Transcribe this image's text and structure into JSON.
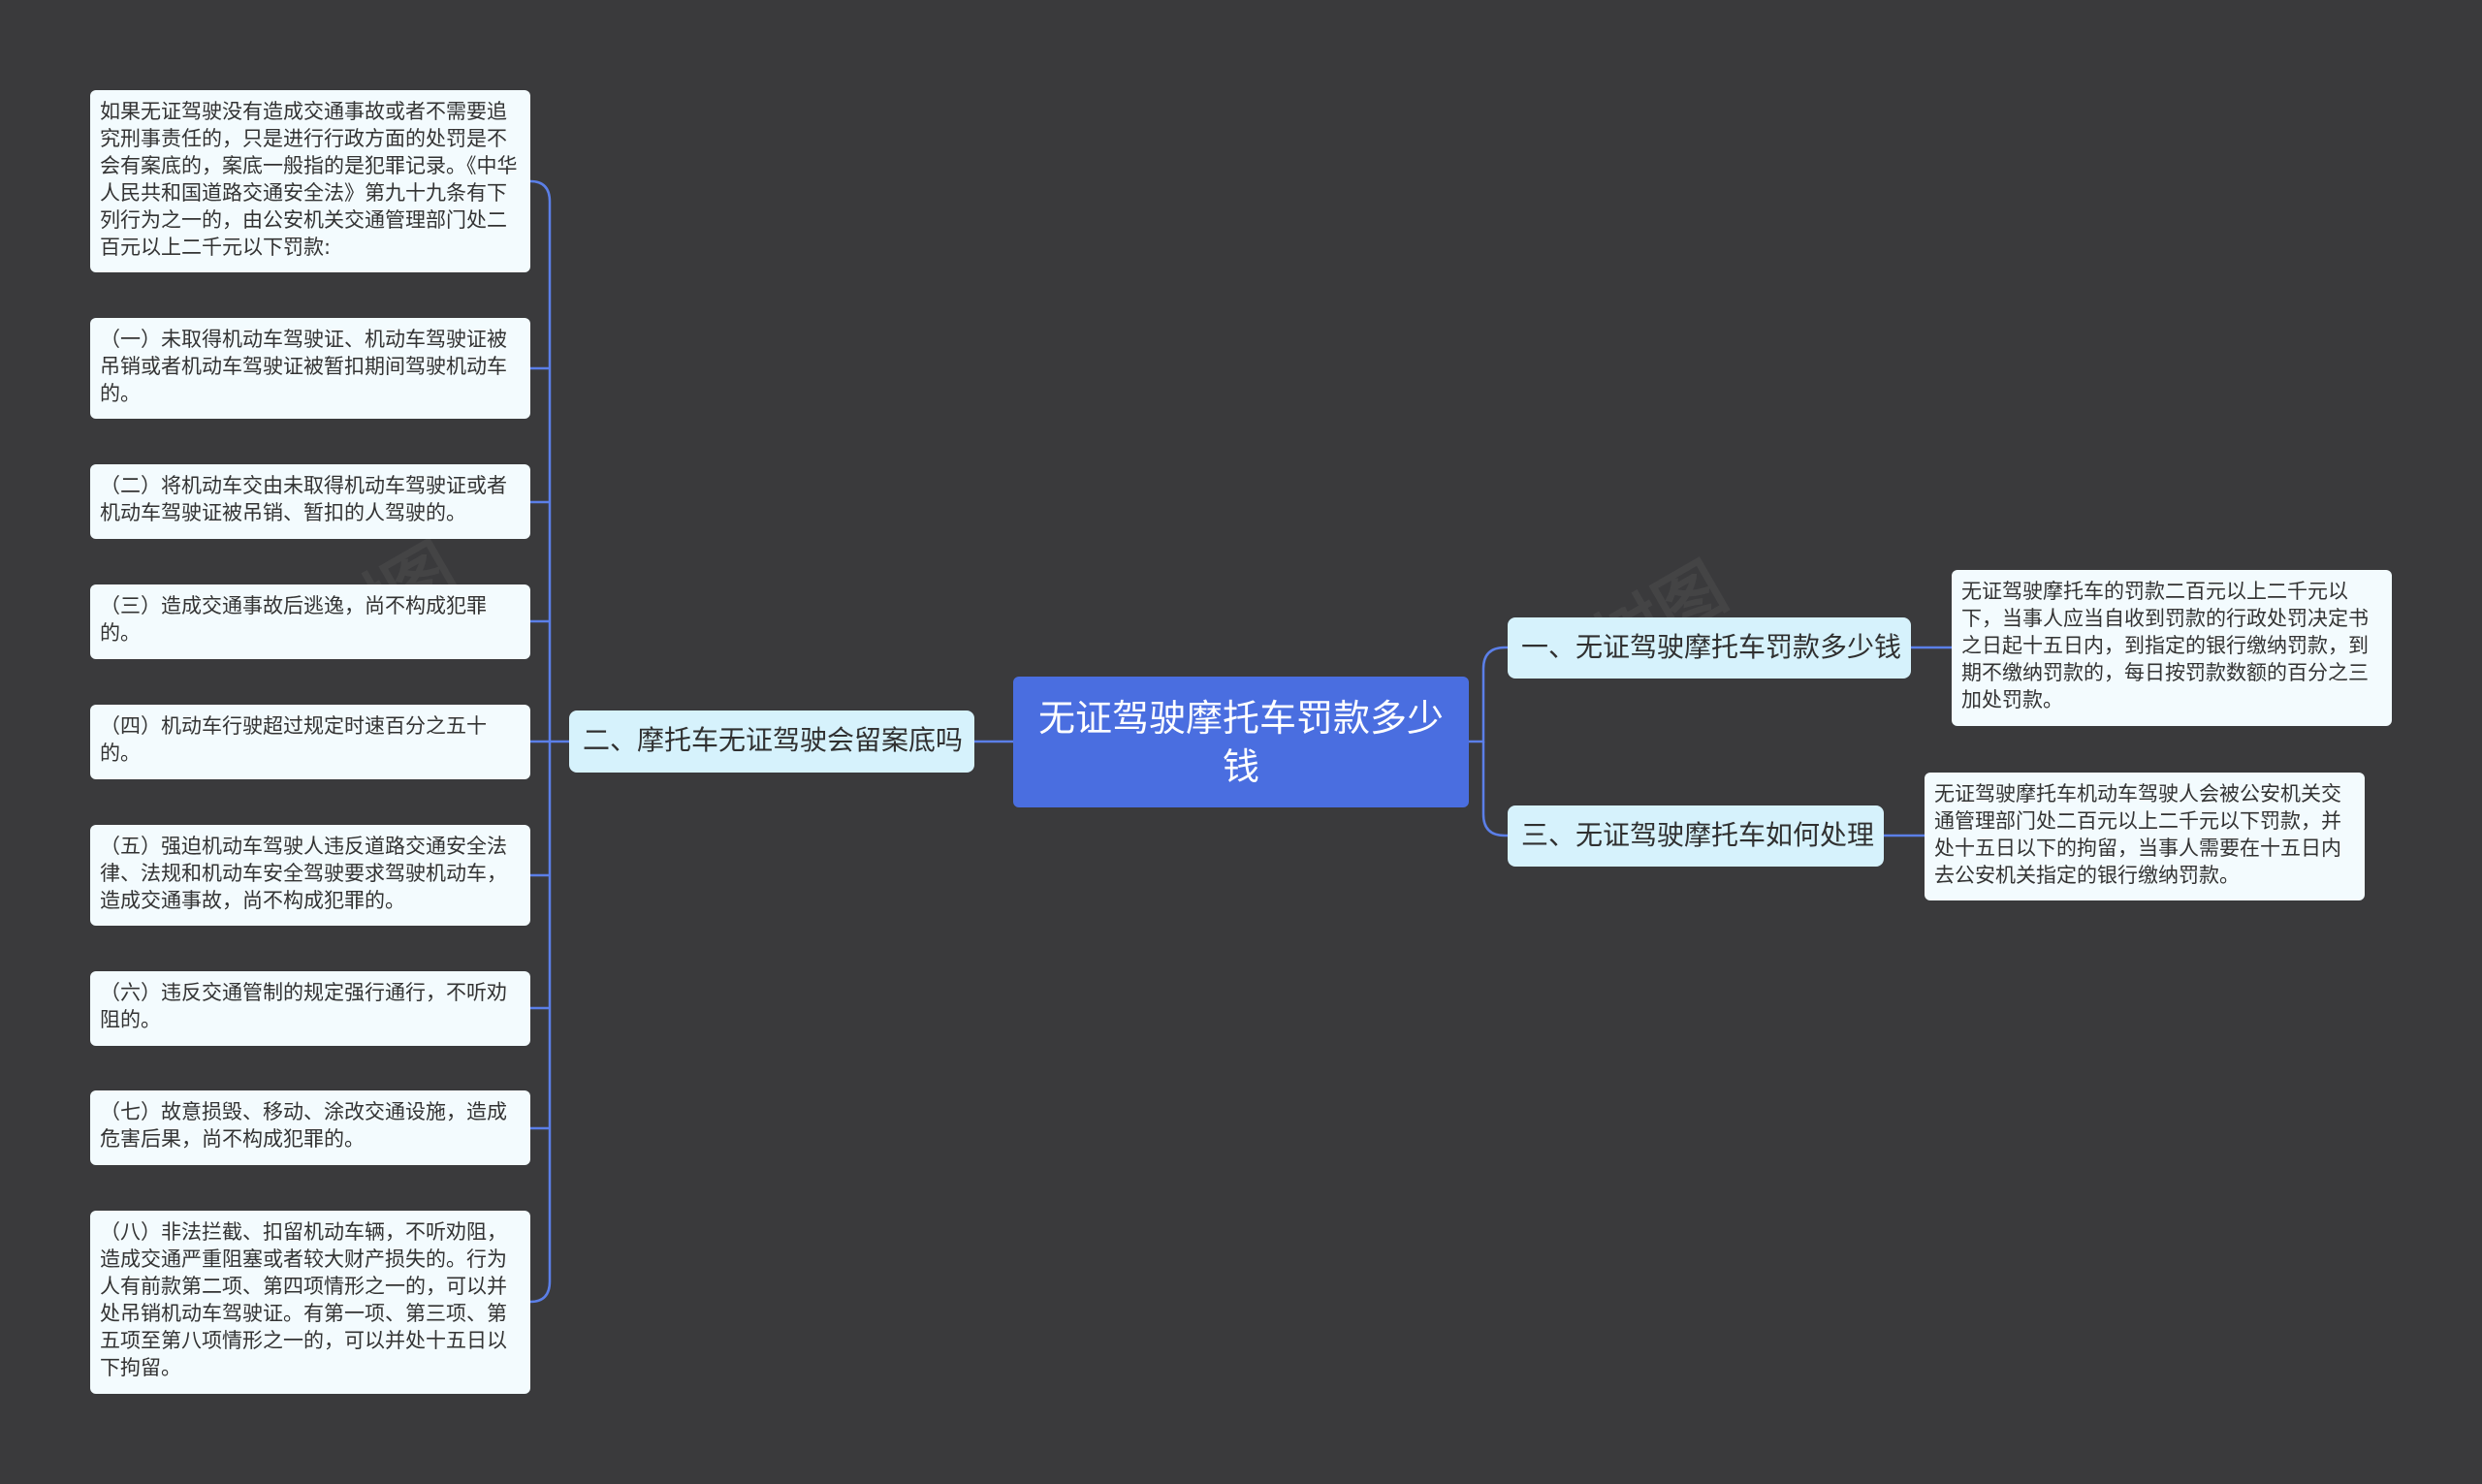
{
  "diagram": {
    "root": "无证驾驶摩托车罚款多少钱",
    "branches": {
      "b1": "一、无证驾驶摩托车罚款多少钱",
      "b2": "二、摩托车无证驾驶会留案底吗",
      "b3": "三、无证驾驶摩托车如何处理"
    },
    "left_leaves": [
      "如果无证驾驶没有造成交通事故或者不需要追究刑事责任的，只是进行行政方面的处罚是不会有案底的，案底一般指的是犯罪记录。《中华人民共和国道路交通安全法》第九十九条有下列行为之一的，由公安机关交通管理部门处二百元以上二千元以下罚款:",
      "（一）未取得机动车驾驶证、机动车驾驶证被吊销或者机动车驾驶证被暂扣期间驾驶机动车的。",
      "（二）将机动车交由未取得机动车驾驶证或者机动车驾驶证被吊销、暂扣的人驾驶的。",
      "（三）造成交通事故后逃逸，尚不构成犯罪的。",
      "（四）机动车行驶超过规定时速百分之五十的。",
      "（五）强迫机动车驾驶人违反道路交通安全法律、法规和机动车安全驾驶要求驾驶机动车，造成交通事故，尚不构成犯罪的。",
      "（六）违反交通管制的规定强行通行，不听劝阻的。",
      "（七）故意损毁、移动、涂改交通设施，造成危害后果，尚不构成犯罪的。",
      "（八）非法拦截、扣留机动车辆，不听劝阻，造成交通严重阻塞或者较大财产损失的。行为人有前款第二项、第四项情形之一的，可以并处吊销机动车驾驶证。有第一项、第三项、第五项至第八项情形之一的，可以并处十五日以下拘留。"
    ],
    "right_leaves": {
      "r1": "无证驾驶摩托车的罚款二百元以上二千元以下，当事人应当自收到罚款的行政处罚决定书之日起十五日内，到指定的银行缴纳罚款，到期不缴纳罚款的，每日按罚款数额的百分之三加处罚款。",
      "r2": "无证驾驶摩托车机动车驾驶人会被公安机关交通管理部门处二百元以上二千元以下罚款，并处十五日以下的拘留，当事人需要在十五日内去公安机关指定的银行缴纳罚款。"
    }
  },
  "colors": {
    "background": "#3a3a3c",
    "root": "#4a6ee0",
    "branch": "#d6f2fc",
    "leaf": "#f3fbfe",
    "connector": "#5b7fe8"
  }
}
